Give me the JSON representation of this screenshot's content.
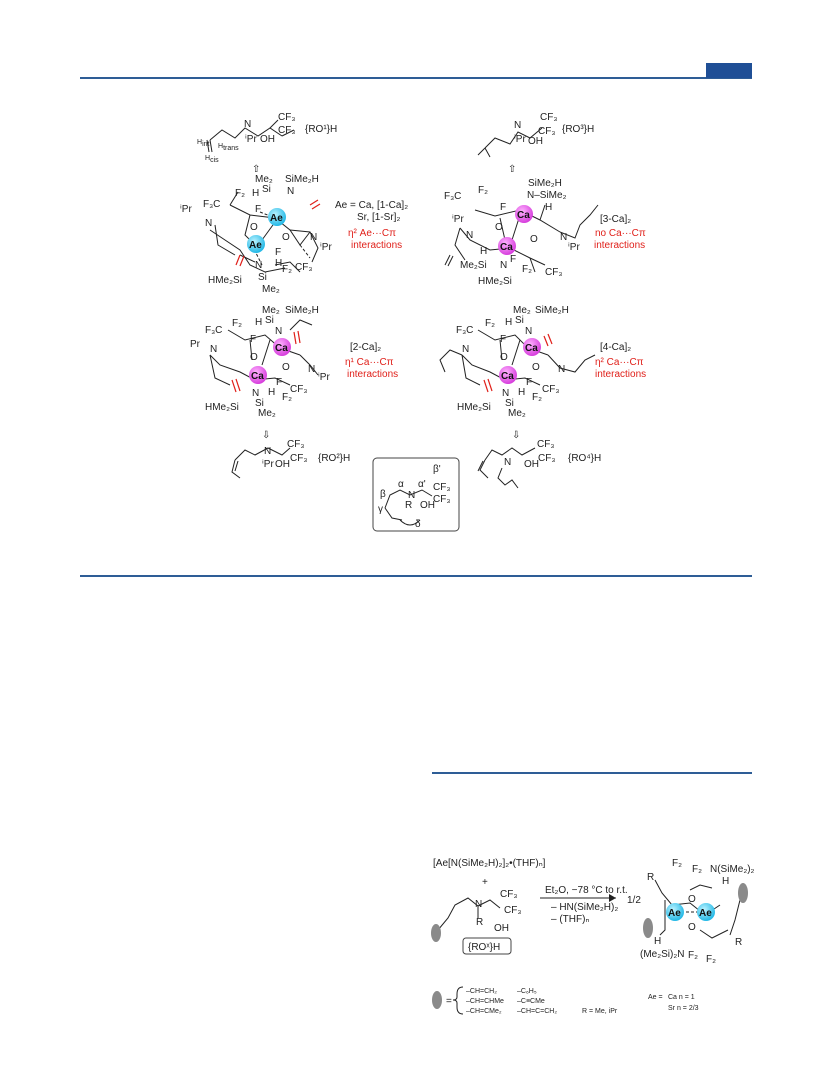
{
  "header": {
    "tab_color": "#1f4f96",
    "rule_color": "#2e5d96"
  },
  "figure": {
    "top_left": {
      "ligand": "{RO¹}H",
      "subs": [
        "H",
        "int",
        "H",
        "trans",
        "H",
        "cis"
      ],
      "ae_label": "Ae = Ca, [1-Ca]₂",
      "ae_label2": "Sr, [1-Sr]₂",
      "interaction": "η² Ae···Cπ",
      "interaction2": "interactions",
      "metal": "Ae"
    },
    "top_right": {
      "ligand": "{RO³}H",
      "compound": "[3-Ca]₂",
      "interaction": "no Ca···Cπ",
      "interaction2": "interactions",
      "metal": "Ca"
    },
    "mid_left": {
      "ligand": "{RO²}H",
      "compound": "[2-Ca]₂",
      "interaction": "η¹ Ca···Cπ",
      "interaction2": "interactions",
      "metal": "Ca"
    },
    "mid_right": {
      "ligand": "{RO⁴}H",
      "compound": "[4-Ca]₂",
      "interaction": "η² Ca···Cπ",
      "interaction2": "interactions",
      "metal": "Ca"
    },
    "greek_box": [
      "α",
      "β",
      "γ",
      "δ",
      "α'",
      "β'",
      "R"
    ],
    "atoms": {
      "N": "N",
      "O": "O",
      "Si": "Si",
      "H": "H",
      "F": "F",
      "F2": "F₂",
      "CF3": "CF₃",
      "F3C": "F₃C",
      "Me2": "Me₂",
      "SiMe2H": "SiMe₂H",
      "HMe2Si": "HMe₂Si",
      "Me2Si": "Me₂Si",
      "iPr": "ⁱPr",
      "Pr": "Pr",
      "OH": "OH",
      "NSiMe2": "N–SiMe₂"
    }
  },
  "scheme": {
    "reagent": "[Ae[N(SiMe₂H)₂]₂•(THF)ₙ]",
    "plus": "+",
    "ligand_label": "{ROˣ}H",
    "conditions": "Et₂O, −78 °C to r.t.",
    "byproduct1": "– HN(SiMe₂H)₂",
    "byproduct2": "– (THF)ₙ",
    "stoich": "1/2",
    "product_amide": "N(SiMe₂)₂",
    "product_amide2": "(Me₂Si)₂N",
    "legend_eq": "=",
    "legend_col1": [
      "–CH=CH₂",
      "–CH=CHMe",
      "–CH=CMe₂"
    ],
    "legend_col2": [
      "–C₆H₅",
      "–C≡CMe",
      "–CH=C=CH₂"
    ],
    "legend_r": "R = Me, iPr",
    "legend_ae": "Ae =",
    "legend_ca": "Ca  n = 1",
    "legend_sr": "Sr  n = 2/3",
    "metal_color": "#29c4f0"
  },
  "colors": {
    "ca_ball": "#e048e8",
    "ae_ball": "#29c4f0",
    "red": "#e0201a"
  }
}
